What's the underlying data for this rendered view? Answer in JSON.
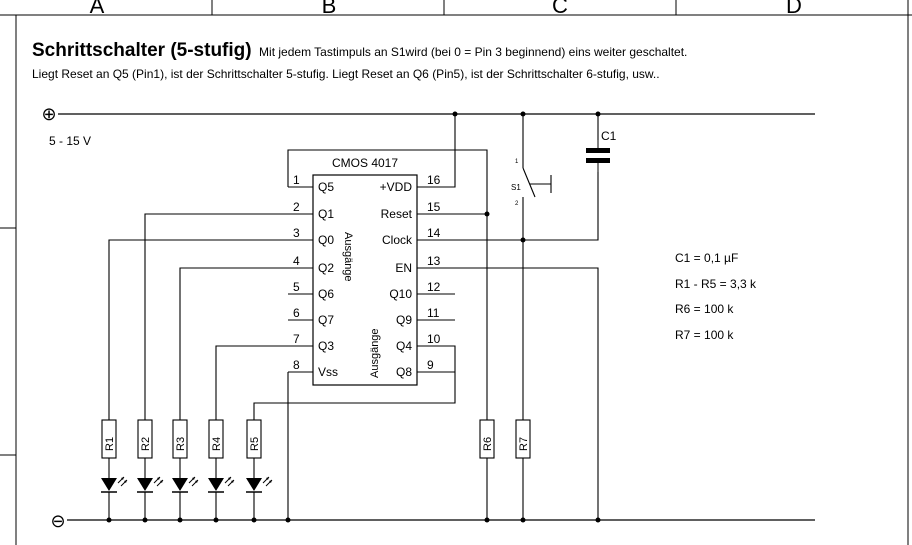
{
  "frame": {
    "columns": [
      "A",
      "B",
      "C",
      "D"
    ]
  },
  "header": {
    "title": "Schrittschalter (5-stufig)",
    "title_suffix": "Mit jedem Tastimpuls an S1wird (bei 0 = Pin 3 beginnend) eins weiter geschaltet.",
    "description": "Liegt Reset an Q5 (Pin1), ist der Schrittschalter 5-stufig. Liegt Reset an Q6 (Pin5), ist der Schrittschalter 6-stufig, usw.."
  },
  "supply": {
    "plus_symbol": "⊕",
    "minus_symbol": "⊖",
    "voltage": "5 - 15 V"
  },
  "ic": {
    "name": "CMOS 4017",
    "left_pins": [
      {
        "num": "1",
        "label": "Q5"
      },
      {
        "num": "2",
        "label": "Q1"
      },
      {
        "num": "3",
        "label": "Q0"
      },
      {
        "num": "4",
        "label": "Q2"
      },
      {
        "num": "5",
        "label": "Q6"
      },
      {
        "num": "6",
        "label": "Q7"
      },
      {
        "num": "7",
        "label": "Q3"
      },
      {
        "num": "8",
        "label": "Vss"
      }
    ],
    "right_pins": [
      {
        "num": "16",
        "label": "+VDD"
      },
      {
        "num": "15",
        "label": "Reset"
      },
      {
        "num": "14",
        "label": "Clock"
      },
      {
        "num": "13",
        "label": "EN"
      },
      {
        "num": "12",
        "label": "Q10"
      },
      {
        "num": "11",
        "label": "Q9"
      },
      {
        "num": "10",
        "label": "Q4"
      },
      {
        "num": "9",
        "label": "Q8"
      }
    ],
    "outputs_label_left": "Ausgänge",
    "outputs_label_right": "Ausgänge"
  },
  "switch": {
    "label": "S1",
    "pin_top": "1",
    "pin_bottom": "2"
  },
  "capacitor": {
    "label": "C1"
  },
  "resistors": [
    "R1",
    "R2",
    "R3",
    "R4",
    "R5",
    "R6",
    "R7"
  ],
  "values": [
    "C1 = 0,1 µF",
    "R1 - R5 = 3,3 k",
    "R6 = 100 k",
    "R7 = 100 k"
  ]
}
